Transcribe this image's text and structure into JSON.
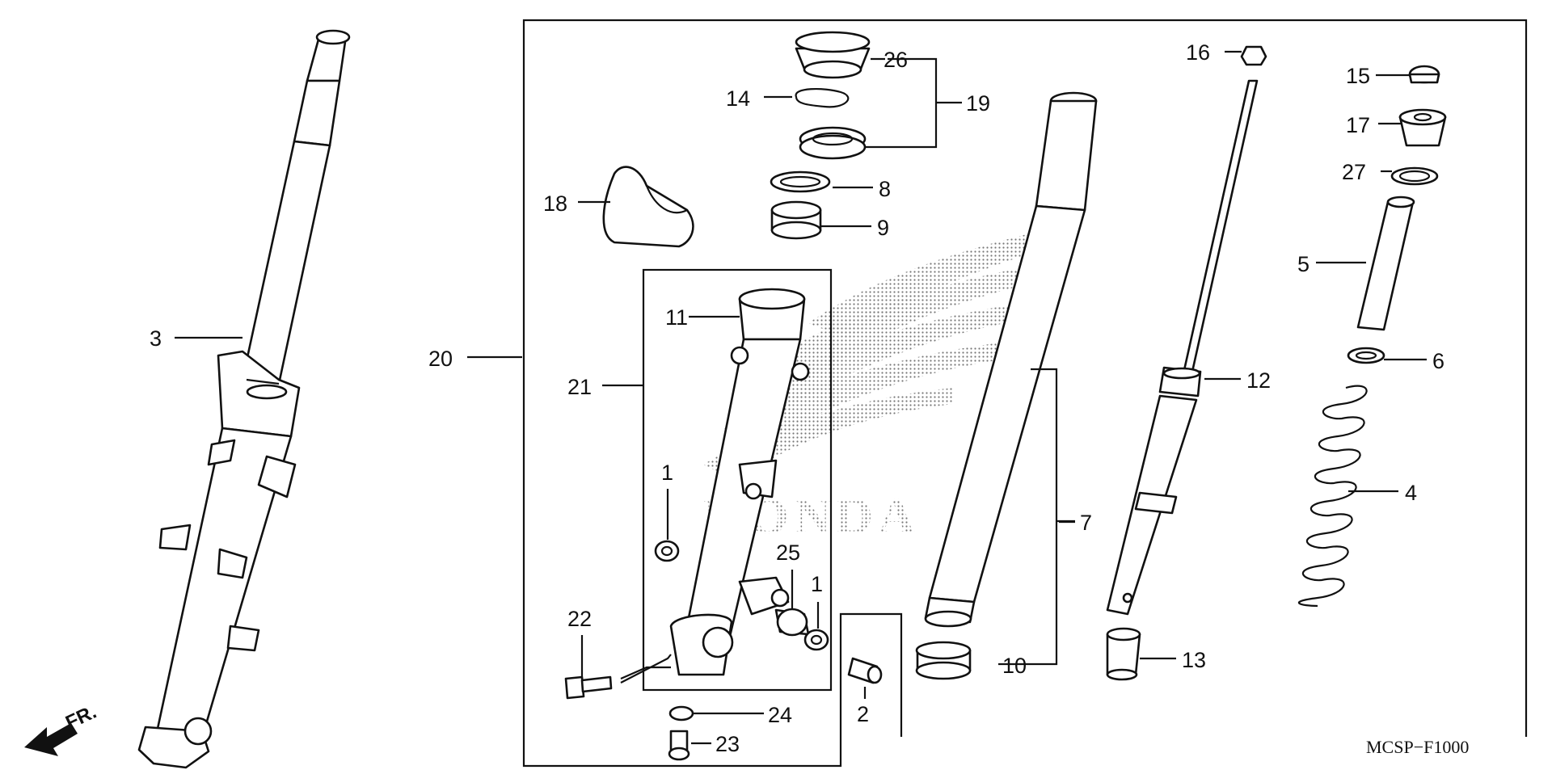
{
  "diagram": {
    "code": "MCSP−F1000",
    "watermark": "HONDA",
    "direction_label": "FR.",
    "callouts": {
      "p1a": "1",
      "p1b": "1",
      "p2": "2",
      "p3": "3",
      "p4": "4",
      "p5": "5",
      "p6": "6",
      "p7": "7",
      "p8": "8",
      "p9": "9",
      "p10": "10",
      "p11": "11",
      "p12": "12",
      "p13": "13",
      "p14": "14",
      "p15": "15",
      "p16": "16",
      "p17": "17",
      "p18": "18",
      "p19": "19",
      "p20": "20",
      "p21": "21",
      "p22": "22",
      "p23": "23",
      "p24": "24",
      "p25": "25",
      "p26": "26",
      "p27": "27"
    }
  }
}
